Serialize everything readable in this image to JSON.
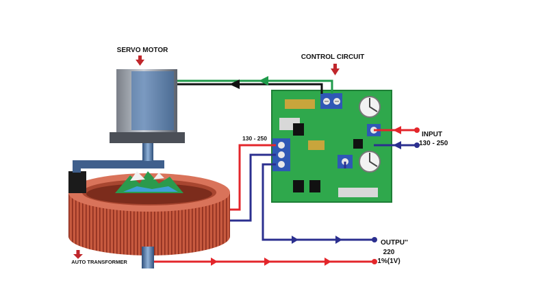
{
  "labels": {
    "servo_motor": "SERVO MOTOR",
    "control_circuit": "CONTROL CIRCUIT",
    "input_title": "INPUT",
    "input_range": "130 - 250",
    "tap_range": "130 - 250",
    "output_title": "OUTPU''",
    "output_voltage": "220",
    "output_tolerance": "1%(1V)",
    "auto_transformer": "AUTO TRANSFORMER"
  },
  "colors": {
    "wire_red": "#e3262b",
    "wire_blue": "#2b2f8f",
    "wire_green": "#1f9a4a",
    "wire_black": "#111111",
    "pcb_green": "#2fa84c",
    "coil_copper": "#c8553a",
    "indicator_arrow": "#c0262b"
  },
  "icons": [
    "down-arrow-icon",
    "terminal-block-icon",
    "capacitor-icon",
    "wire-arrow-icon",
    "wire-end-dot-icon"
  ]
}
